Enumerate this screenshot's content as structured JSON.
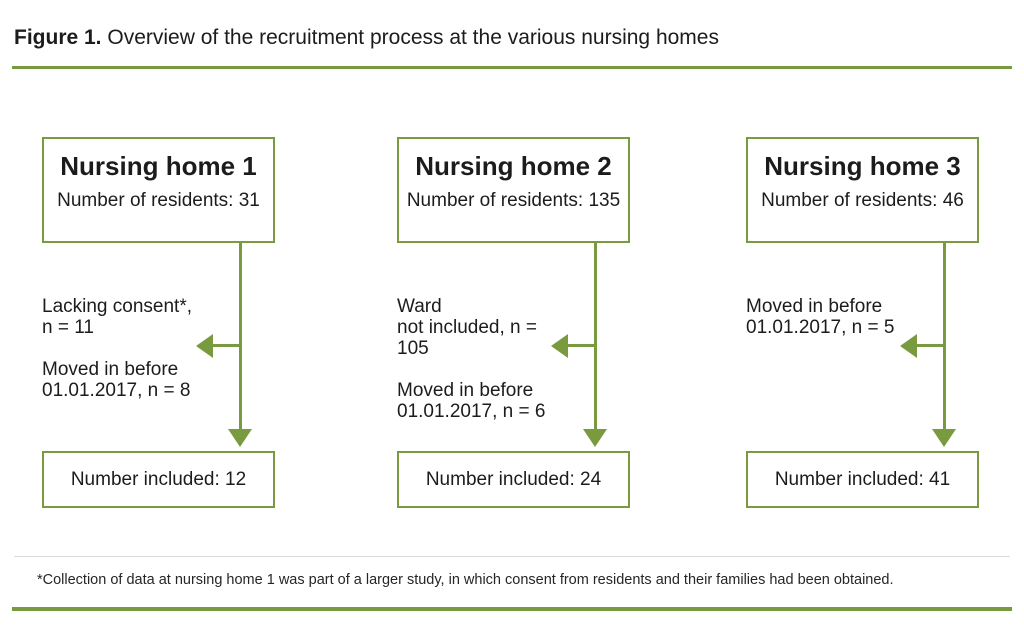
{
  "title": {
    "label": "Figure 1.",
    "caption": "Overview of the recruitment process at the various nursing homes"
  },
  "columns": [
    {
      "name": "Nursing home 1",
      "residents_label": "Number of residents: 31",
      "exclusion_text": "Lacking consent*,\nn = 11\n\nMoved in before\n01.01.2017, n = 8",
      "included_label": "Number included: 12"
    },
    {
      "name": "Nursing home 2",
      "residents_label": "Number of residents: 135",
      "exclusion_text": "Ward\nnot included, n = 105\n\nMoved in before\n01.01.2017, n = 6",
      "included_label": "Number included: 24"
    },
    {
      "name": "Nursing home 3",
      "residents_label": "Number of residents: 46",
      "exclusion_text": "Moved in before\n01.01.2017, n = 5",
      "included_label": "Number included: 41"
    }
  ],
  "footnote": "*Collection of data at nursing home 1 was part of a larger study, in which consent from residents and their families had been obtained.",
  "colors": {
    "accent_green": "#7a9a3f",
    "divider_gray": "#d9d9d9"
  }
}
